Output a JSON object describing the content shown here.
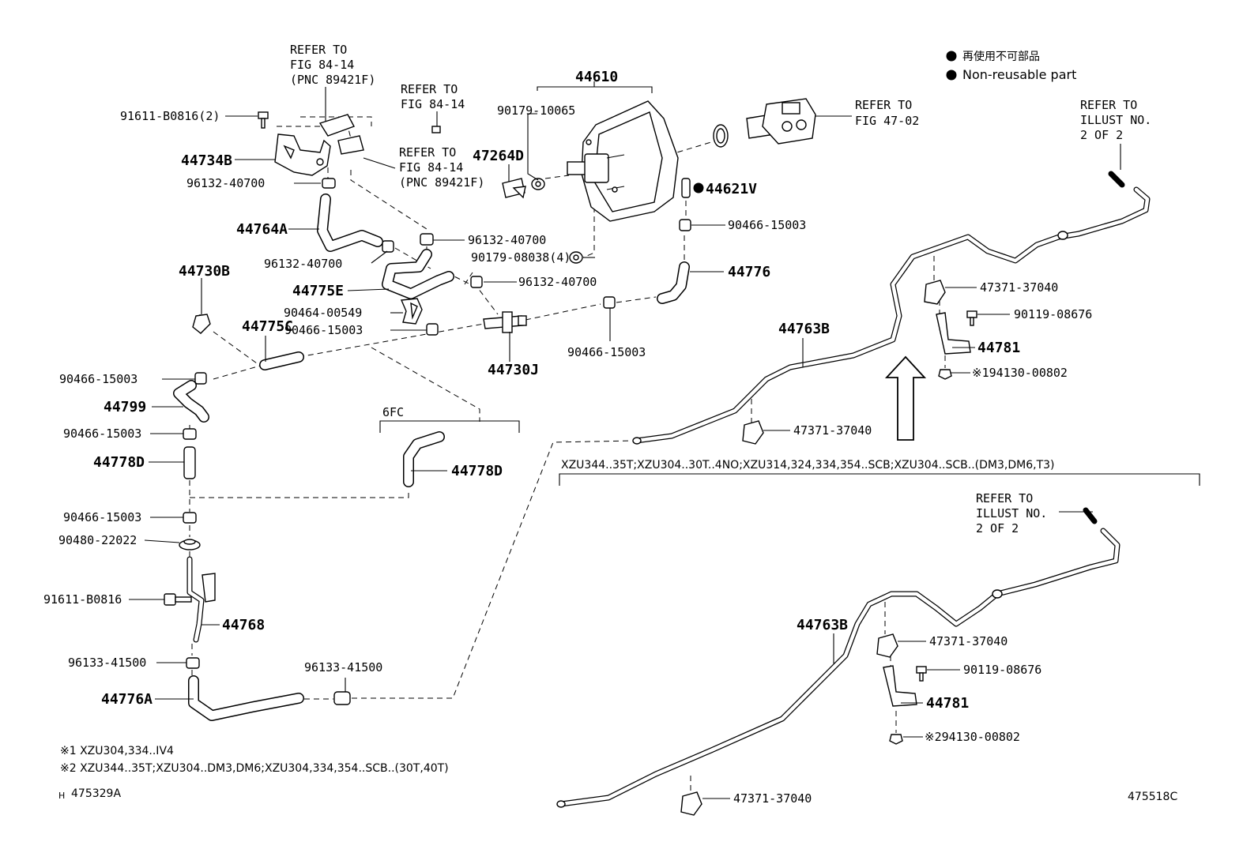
{
  "legend": {
    "jp": "再使用不可部品",
    "en": "Non-reusable part"
  },
  "refs": {
    "fig8414_pnc_a": [
      "REFER TO",
      "FIG 84-14",
      "(PNC 89421F)"
    ],
    "fig8414_b": [
      "REFER TO",
      "FIG 84-14"
    ],
    "fig8414_pnc_c": [
      "REFER TO",
      "FIG 84-14",
      "(PNC 89421F)"
    ],
    "fig4702": [
      "REFER TO",
      "FIG 47-02"
    ],
    "illust_top": [
      "REFER TO",
      "ILLUST NO.",
      "2 OF 2"
    ],
    "illust_bottom": [
      "REFER TO",
      "ILLUST NO.",
      "2 OF 2"
    ]
  },
  "parts": {
    "p91611_b0816_2": "91611-B0816(2)",
    "p44734b": "44734B",
    "p96132_40700_a": "96132-40700",
    "p44764a": "44764A",
    "p96132_40700_b": "96132-40700",
    "p44730b": "44730B",
    "p44775e": "44775E",
    "p90464_00549": "90464-00549",
    "p90466_15003_a": "90466-15003",
    "p44775c": "44775C",
    "p90466_15003_b": "90466-15003",
    "p44799": "44799",
    "p90466_15003_c": "90466-15003",
    "p44778d_a": "44778D",
    "p90466_15003_d": "90466-15003",
    "p90480_22022": "90480-22022",
    "p91611_b0816": "91611-B0816",
    "p44768": "44768",
    "p96133_41500_a": "96133-41500",
    "p44776a": "44776A",
    "p96133_41500_b": "96133-41500",
    "p44610": "44610",
    "p90179_10065": "90179-10065",
    "p47264d": "47264D",
    "p96132_40700_c": "96132-40700",
    "p90179_08038_4": "90179-08038(4)",
    "p96132_40700_d": "96132-40700",
    "p44730j": "44730J",
    "p90466_15003_e": "90466-15003",
    "p44621v": "44621V",
    "p90466_15003_f": "90466-15003",
    "p44776": "44776",
    "p44778d_b": "44778D",
    "p44763b_a": "44763B",
    "p47371_37040_a": "47371-37040",
    "p90119_08676_a": "90119-08676",
    "p44781_a": "44781",
    "p94130_00802_a": "※194130-00802",
    "p47371_37040_b": "47371-37040",
    "p44763b_b": "44763B",
    "p47371_37040_c": "47371-37040",
    "p90119_08676_b": "90119-08676",
    "p44781_b": "44781",
    "p94130_00802_b": "※294130-00802",
    "p47371_37040_d": "47371-37040"
  },
  "group_6fc": "6FC",
  "applicability": "XZU344..35T;XZU304..30T..4NO;XZU314,324,334,354..SCB;XZU304..SCB..(DM3,DM6,T3)",
  "footnotes": {
    "n1": "※1 XZU304,334..IV4",
    "n2": "※2 XZU344..35T;XZU304..DM3,DM6;XZU304,334,354..SCB..(30T,40T)"
  },
  "illust_ids": {
    "left_mark": "H",
    "left": "475329A",
    "right": "475518C"
  },
  "icons": {
    "legend_bullet": "filled-circle-icon",
    "arrow": "up-arrow-icon"
  }
}
